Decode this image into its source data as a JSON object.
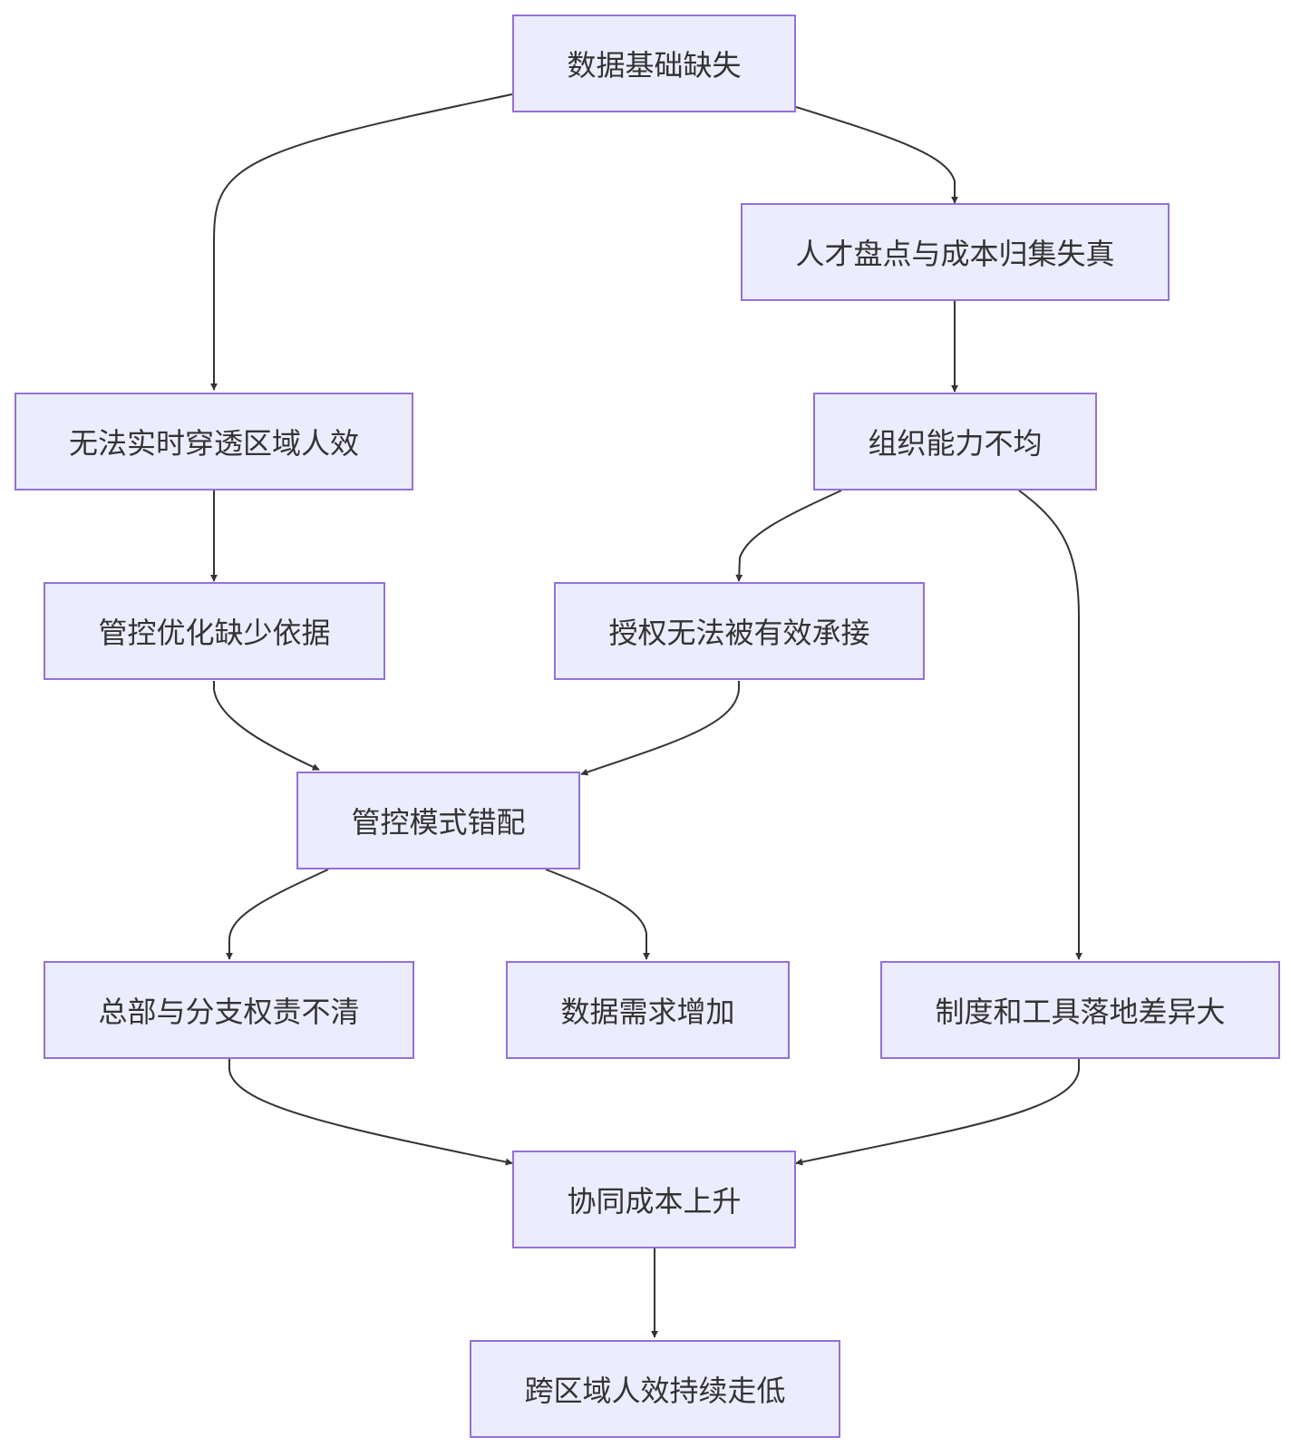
{
  "colors": {
    "node_fill": "#ECECFF",
    "node_border": "#9370DB",
    "edge": "#333333",
    "text": "#333333"
  },
  "nodes": {
    "data_foundation_missing": "数据基础缺失",
    "talent_cost_distortion": "人才盘点与成本归集失真",
    "no_realtime_regional_efficiency": "无法实时穿透区域人效",
    "uneven_org_capability": "组织能力不均",
    "control_optimization_lacks_basis": "管控优化缺少依据",
    "authorization_not_undertaken": "授权无法被有效承接",
    "control_mode_mismatch": "管控模式错配",
    "hq_branch_unclear_responsibility": "总部与分支权责不清",
    "data_demand_increase": "数据需求增加",
    "policy_tool_landing_gap": "制度和工具落地差异大",
    "collaboration_cost_rise": "协同成本上升",
    "cross_region_efficiency_low": "跨区域人效持续走低"
  }
}
